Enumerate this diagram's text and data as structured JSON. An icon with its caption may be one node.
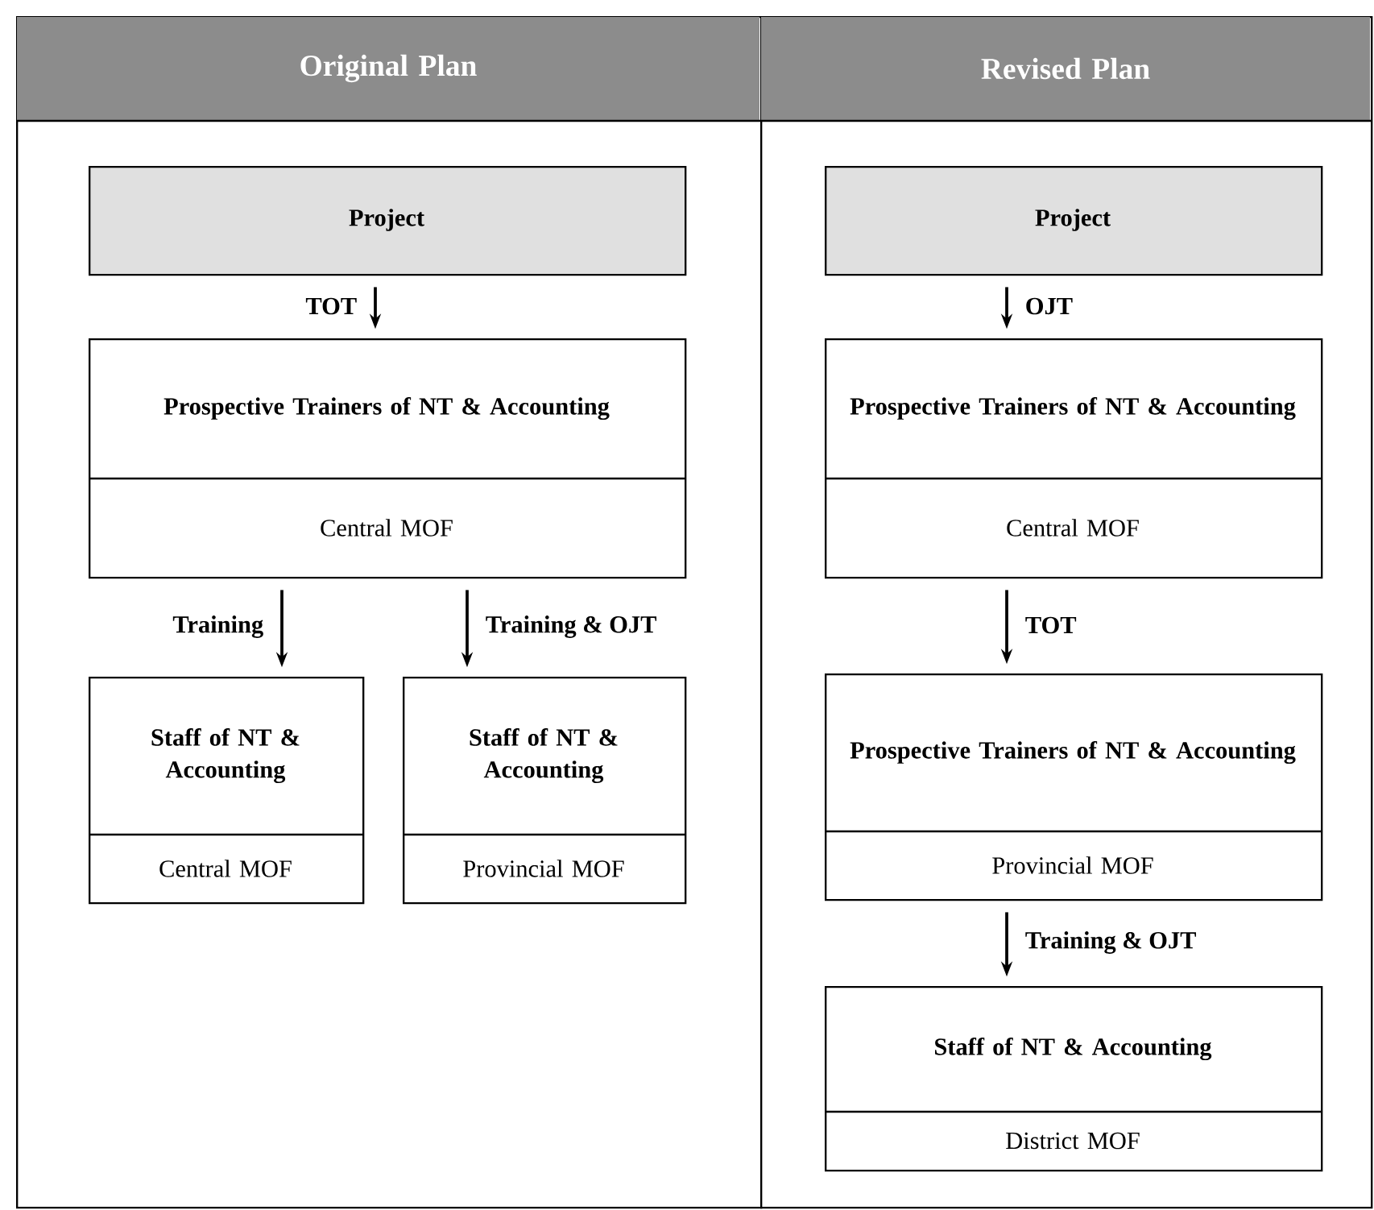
{
  "diagram": {
    "nodes": [
      {
        "text": [
          "Original Plan"
        ]
      },
      {
        "text": [
          "Project"
        ],
        "in": 0
      },
      {
        "text": [
          "Prospective Trainers of NT & Accounting",
          "Central MOF"
        ],
        "in": 0
      },
      {
        "text": [
          "Staff of NT & Accounting",
          "Central MOF"
        ],
        "in": 0
      },
      {
        "text": [
          "Staff of NT & Accounting",
          "Provincial MOF"
        ],
        "in": 0
      },
      {
        "text": [
          "Revised Plan"
        ]
      },
      {
        "text": [
          "Project"
        ],
        "in": 5
      },
      {
        "text": [
          "Prospective Trainers of NT & Accounting",
          "Central MOF"
        ],
        "in": 5
      },
      {
        "text": [
          "Prospective Trainers of NT & Accounting",
          "Provincial MOF"
        ],
        "in": 5
      },
      {
        "text": [
          "Staff of NT & Accounting",
          "District MOF"
        ],
        "in": 5
      }
    ],
    "edges": [
      {
        "from": 1,
        "to": 2,
        "arrow": "to",
        "label": "TOT"
      },
      {
        "from": 2,
        "to": 3,
        "arrow": "to",
        "label": "Training"
      },
      {
        "from": 2,
        "to": 4,
        "arrow": "to",
        "label": "Training & OJT"
      },
      {
        "from": 6,
        "to": 7,
        "arrow": "to",
        "label": "OJT"
      },
      {
        "from": 7,
        "to": 8,
        "arrow": "to",
        "label": "TOT"
      },
      {
        "from": 8,
        "to": 9,
        "arrow": "to",
        "label": "Training & OJT"
      }
    ]
  }
}
